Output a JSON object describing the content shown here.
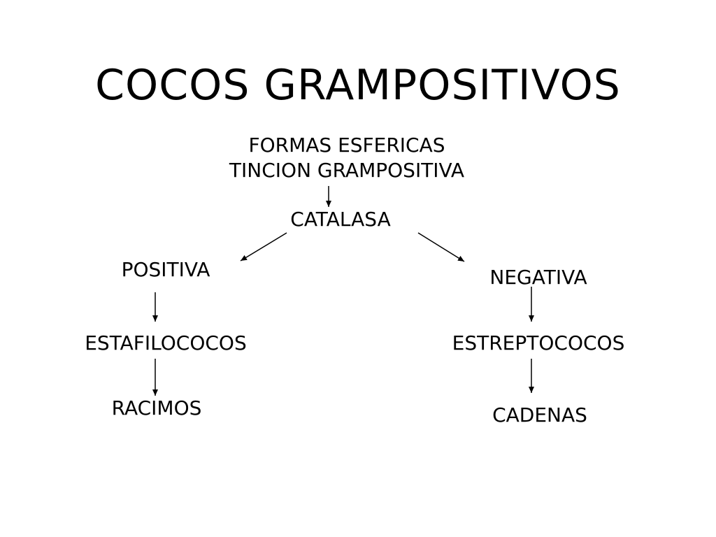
{
  "title": "COCOS GRAMPOSITIVOS",
  "root": {
    "line1": "FORMAS ESFERICAS",
    "line2": "TINCION GRAMPOSITIVA"
  },
  "test": "CATALASA",
  "branches": {
    "left": {
      "result": "POSITIVA",
      "organism": "ESTAFILOCOCOS",
      "arrangement": "RACIMOS"
    },
    "right": {
      "result": "NEGATIVA",
      "organism": "ESTREPTOCOCOS",
      "arrangement": "CADENAS"
    }
  },
  "colors": {
    "text": "#000000",
    "background": "#ffffff"
  }
}
